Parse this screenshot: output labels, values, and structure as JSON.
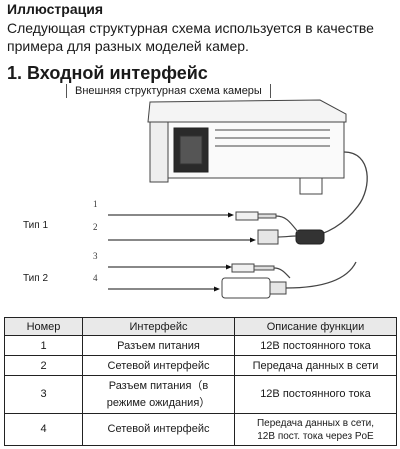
{
  "intro": {
    "title": "Иллюстрация",
    "text": "Следующая структурная схема используется в качестве примера для разных моделей камер."
  },
  "section": {
    "title": "1. Входной интерфейс",
    "subcaption": "Внешняя структурная схема камеры"
  },
  "diagram": {
    "type1": "Тип 1",
    "type2": "Тип 2",
    "numbers": [
      "1",
      "2",
      "3",
      "4"
    ]
  },
  "table": {
    "headers": [
      "Номер",
      "Интерфейс",
      "Описание функции"
    ],
    "rows": [
      {
        "num": "1",
        "iface": "Разъем питания",
        "desc": "12В постоянного тока"
      },
      {
        "num": "2",
        "iface": "Сетевой интерфейс",
        "desc": "Передача данных в сети"
      },
      {
        "num": "3",
        "iface_line1": "Разъем питания（в",
        "iface_line2": "режиме ожидания）",
        "desc": "12В постоянного тока"
      },
      {
        "num": "4",
        "iface": "Сетевой интерфейс",
        "desc_line1": "Передача данных в сети,",
        "desc_line2": "12В пост. тока через PoE"
      }
    ]
  }
}
